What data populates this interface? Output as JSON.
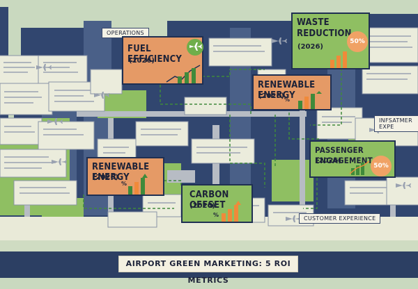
{
  "title": "AIRPORT GREEN MARKETING: 5 ROI METRICS",
  "tags": {
    "operations": "OPERATIONS",
    "infsatmer": "INFSATMER EXPE",
    "customer_experience": "CUSTOMER EXPERIENCE"
  },
  "cards": {
    "fuel_efficiency": {
      "title": "FUEL EFFICIENCY",
      "year": "(2026)"
    },
    "waste_reduction": {
      "title_line1": "WASTE",
      "title_line2": "REDUCTION",
      "year": "(2026)",
      "badge": "50%"
    },
    "renewable_energy_top": {
      "title": "RENEWABLE ENERGY",
      "year": "(2026)",
      "mark": "%"
    },
    "passenger_engagement": {
      "title": "PASSENGER ENGAGEMENT",
      "year": "(2026)",
      "badge": "50%"
    },
    "renewable_energy_left": {
      "title": "RENEWABLE ENERGY",
      "year": "(2026)",
      "mark": "%"
    },
    "carbon_offset": {
      "title": "CARBON OFFSET",
      "year": "(2026)",
      "mark": "%"
    }
  },
  "colors": {
    "sky": "#c9d9bf",
    "navy": "#2c3f63",
    "orange_card": "#e59a66",
    "green_card": "#8fbf62",
    "paper": "#e9ead8",
    "accent_orange": "#f08a3a",
    "chart_green": "#3f8a3b"
  },
  "icons": [
    "airplane-icon",
    "bar-chart-icon",
    "trend-arrow-icon"
  ]
}
